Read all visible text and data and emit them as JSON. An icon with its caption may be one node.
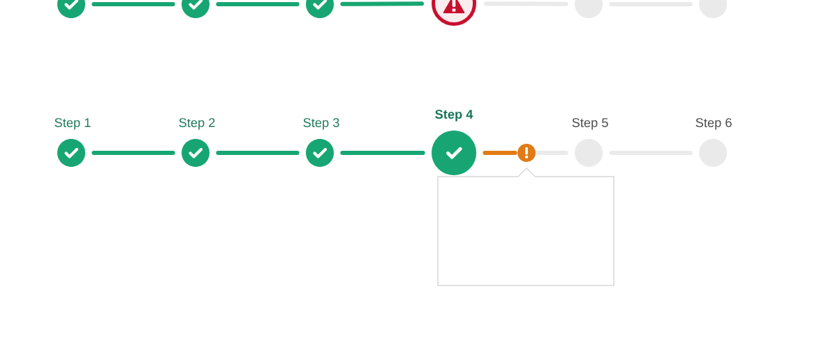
{
  "diagram": {
    "nodes": [
      {
        "text": [],
        "shape": "circle"
      },
      {
        "text": [],
        "shape": "circle"
      },
      {
        "text": [],
        "shape": "circle"
      },
      {
        "text": [],
        "shape": "circle"
      },
      {
        "text": [],
        "shape": "circle"
      },
      {
        "text": [],
        "shape": "circle"
      },
      {
        "text": [
          "Step 1"
        ]
      },
      {
        "text": [
          "Step 2"
        ]
      },
      {
        "text": [
          "Step 3"
        ]
      },
      {
        "text": [
          "Step 4"
        ]
      },
      {
        "text": [],
        "shape": "circle"
      },
      {
        "text": [
          "Step 5"
        ]
      },
      {
        "text": [
          "Step 6"
        ]
      },
      {
        "text": [],
        "shape": "box"
      }
    ],
    "edges": [
      {
        "from": 0,
        "to": 1,
        "arrow": "none"
      },
      {
        "from": 1,
        "to": 2,
        "arrow": "none"
      },
      {
        "from": 2,
        "to": 3,
        "arrow": "none"
      },
      {
        "from": 3,
        "to": 4,
        "arrow": "none",
        "color": "#eaeaea"
      },
      {
        "from": 4,
        "to": 5,
        "arrow": "none",
        "color": "#eaeaea"
      },
      {
        "from": 6,
        "to": 7,
        "arrow": "none"
      },
      {
        "from": 7,
        "to": 8,
        "arrow": "none"
      },
      {
        "from": 8,
        "to": 9,
        "arrow": "none"
      },
      {
        "from": 9,
        "to": 10,
        "arrow": "none",
        "color": "#e17b17"
      },
      {
        "from": 10,
        "to": 11,
        "arrow": "none",
        "color": "#eaeaea"
      },
      {
        "from": 11,
        "to": 12,
        "arrow": "none",
        "color": "#eaeaea"
      }
    ]
  }
}
